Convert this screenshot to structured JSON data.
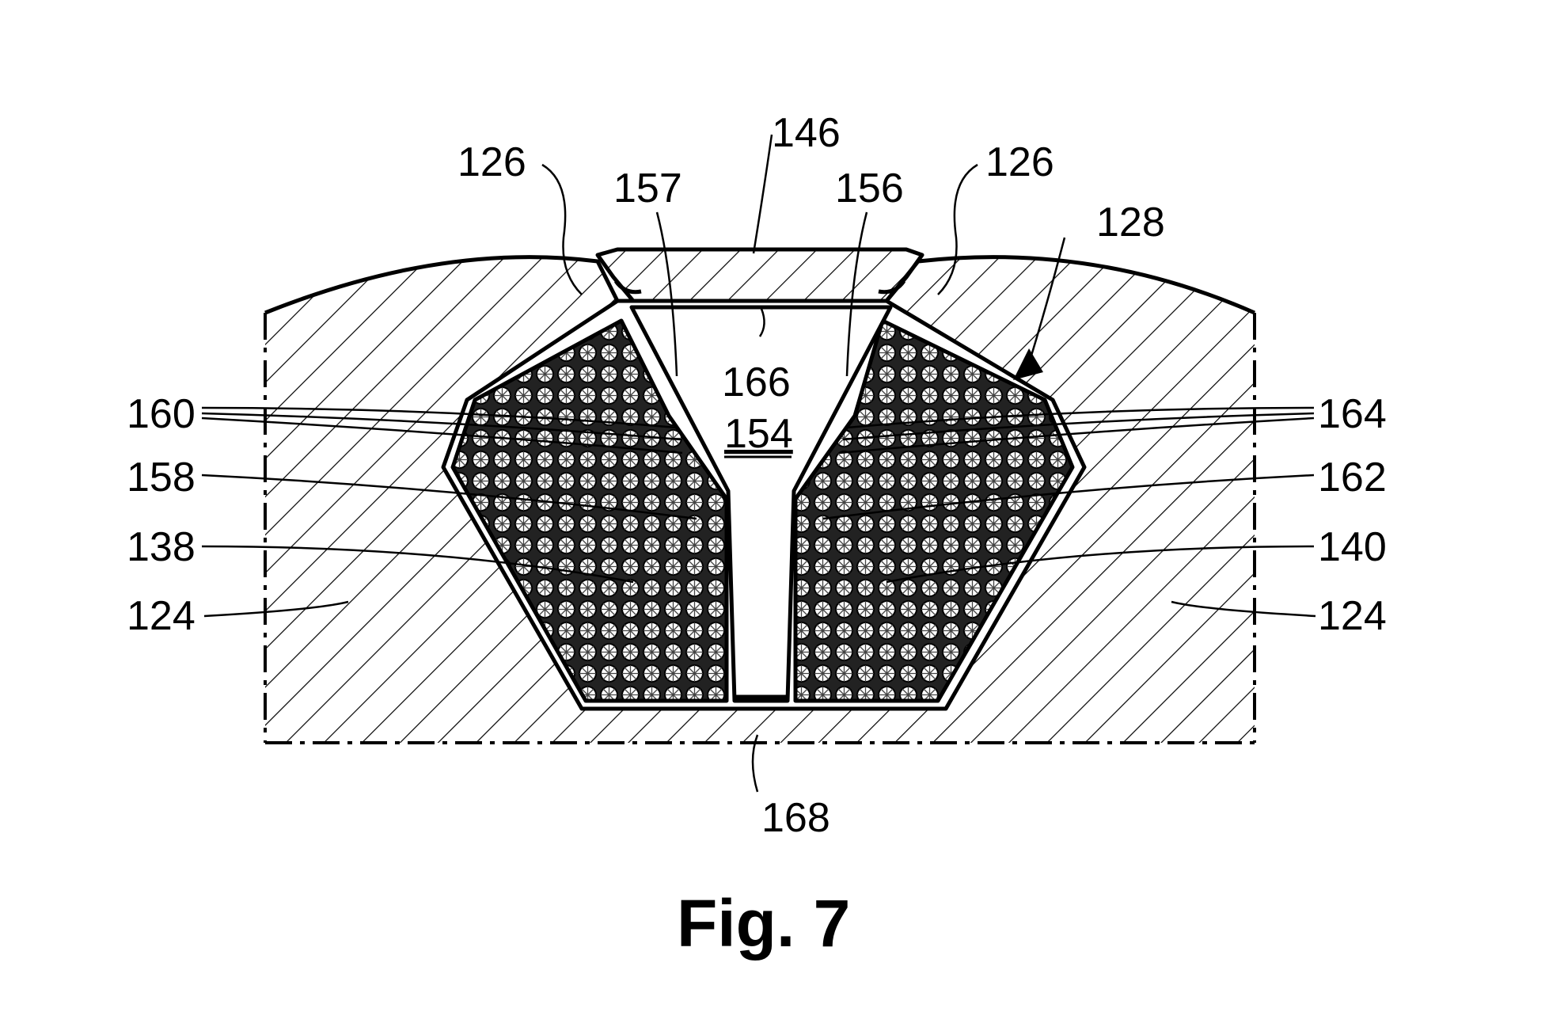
{
  "figure": {
    "caption": "Fig. 7",
    "labels": {
      "l126_left": "126",
      "l126_right": "126",
      "l146": "146",
      "l157": "157",
      "l156": "156",
      "l128": "128",
      "l166": "166",
      "l154": "154",
      "l160": "160",
      "l164": "164",
      "l158": "158",
      "l162": "162",
      "l138": "138",
      "l140": "140",
      "l124_left": "124",
      "l124_right": "124",
      "l168": "168"
    }
  }
}
